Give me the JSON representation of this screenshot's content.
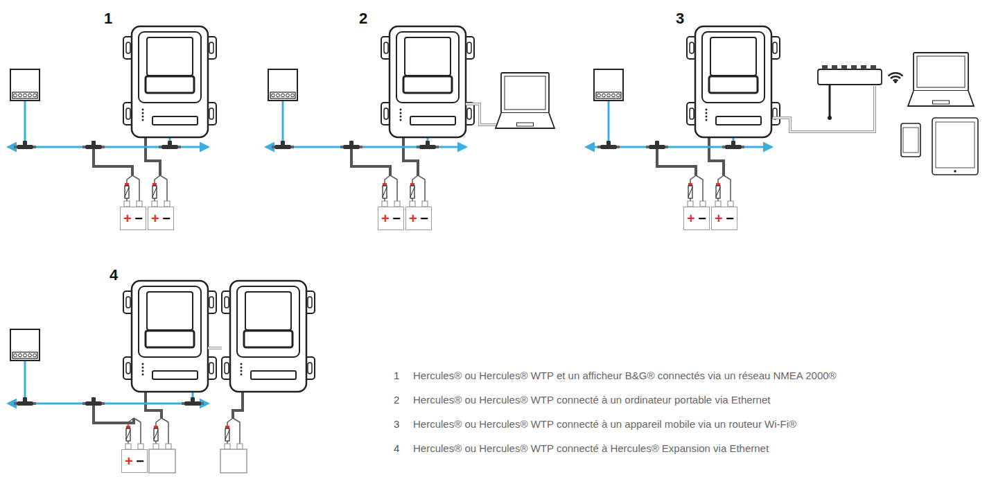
{
  "diagram": {
    "nodes": [
      {
        "text": [
          "+",
          "−"
        ]
      },
      {
        "text": [
          "+",
          "−"
        ]
      },
      {
        "text": [
          "+",
          "−"
        ]
      },
      {
        "text": [
          "+",
          "−"
        ]
      },
      {
        "text": [
          "+",
          "−"
        ]
      },
      {
        "text": [
          "+",
          "−"
        ]
      },
      {
        "text": [
          "+",
          "−"
        ]
      }
    ],
    "labels": [
      "1",
      "2",
      "3",
      "4",
      "1",
      "Hercules® ou Hercules® WTP et un afficheur B&G® connectés via un réseau NMEA 2000®",
      "2",
      "Hercules® ou Hercules® WTP connecté à un ordinateur portable via Ethernet",
      "3",
      "Hercules® ou Hercules® WTP connecté à un appareil mobile via un routeur Wi-Fi®",
      "4",
      "Hercules® ou Hercules® WTP connecté à Hercules® Expansion via Ethernet"
    ]
  }
}
